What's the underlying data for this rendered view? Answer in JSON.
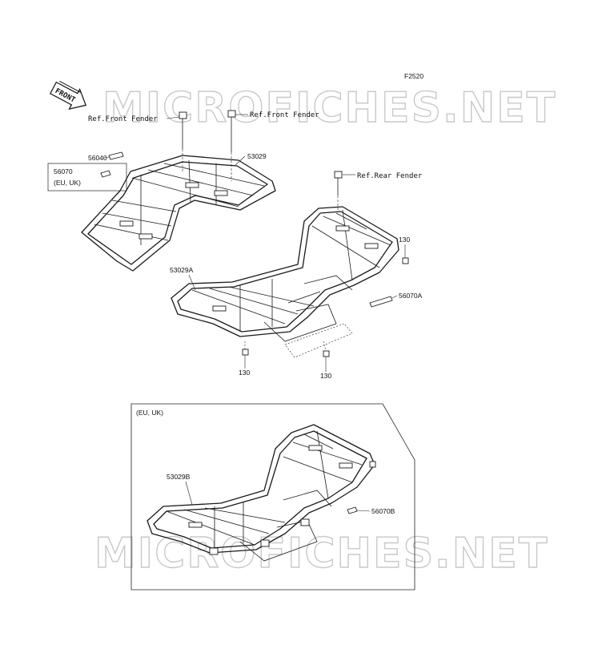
{
  "figure_id": "F2520",
  "front_arrow_label": "FRONT",
  "watermark": "MICROFICHES.NET",
  "callouts": {
    "ref_front_fender_left": "Ref.Front Fender",
    "ref_front_fender_right": "Ref.Front Fender",
    "ref_rear_fender": "Ref.Rear Fender",
    "p56040": "56040",
    "p56070": "56070",
    "p56070_region": "(EU, UK)",
    "p53029": "53029",
    "p53029A": "53029A",
    "p130_right": "130",
    "p56070A": "56070A",
    "p130_bottom_left": "130",
    "p130_bottom_right": "130",
    "p53029B": "53029B",
    "p56070B": "56070B"
  },
  "inset": {
    "region_label": "(EU, UK)"
  }
}
